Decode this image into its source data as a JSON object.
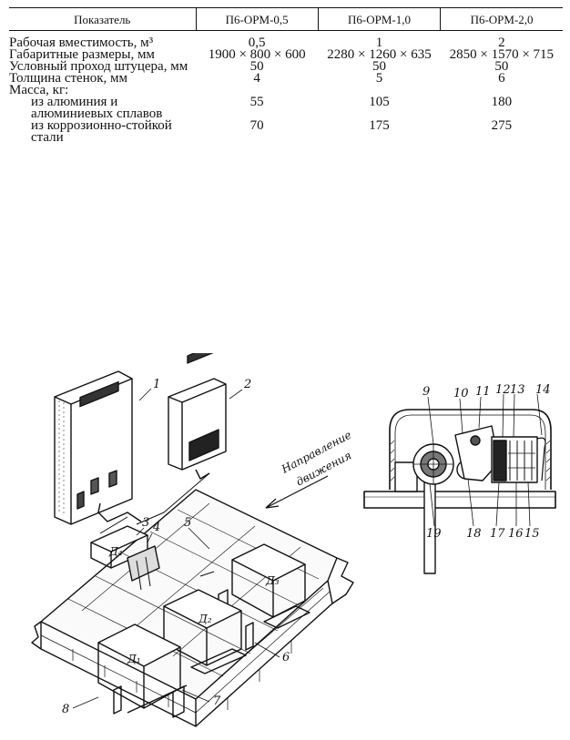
{
  "table": {
    "headers": [
      "Показатель",
      "П6-ОРМ-0,5",
      "П6-ОРМ-1,0",
      "П6-ОРМ-2,0"
    ],
    "rows": [
      {
        "label": "Рабочая вместимость, м³",
        "values": [
          "0,5",
          "1",
          "2"
        ]
      },
      {
        "label": "Габаритные размеры, мм",
        "values": [
          "1900 × 800 × 600",
          "2280 × 1260 × 635",
          "2850 × 1570 × 715"
        ]
      },
      {
        "label": "Условный проход штуцера, мм",
        "values": [
          "50",
          "50",
          "50"
        ]
      },
      {
        "label": "Толщина стенок, мм",
        "values": [
          "4",
          "5",
          "6"
        ]
      },
      {
        "label": "Масса, кг:",
        "values": [
          "",
          "",
          ""
        ]
      },
      {
        "label": "из алюминия и алюминиевых сплавов",
        "values": [
          "55",
          "105",
          "180"
        ],
        "indent": true
      },
      {
        "label": "из коррозионно-стойкой стали",
        "values": [
          "70",
          "175",
          "275"
        ],
        "indent": true
      }
    ]
  },
  "figure": {
    "left_callouts": [
      "1",
      "2",
      "3",
      "4",
      "5",
      "6",
      "7",
      "8"
    ],
    "right_callouts": [
      "9",
      "10",
      "11",
      "12",
      "13",
      "14",
      "15",
      "16",
      "17",
      "18",
      "19"
    ],
    "direction_label_line1": "Направление",
    "direction_label_line2": "движения",
    "sensor_labels": [
      "Д₁",
      "Д₂",
      "Д₃",
      "Д₄"
    ]
  }
}
